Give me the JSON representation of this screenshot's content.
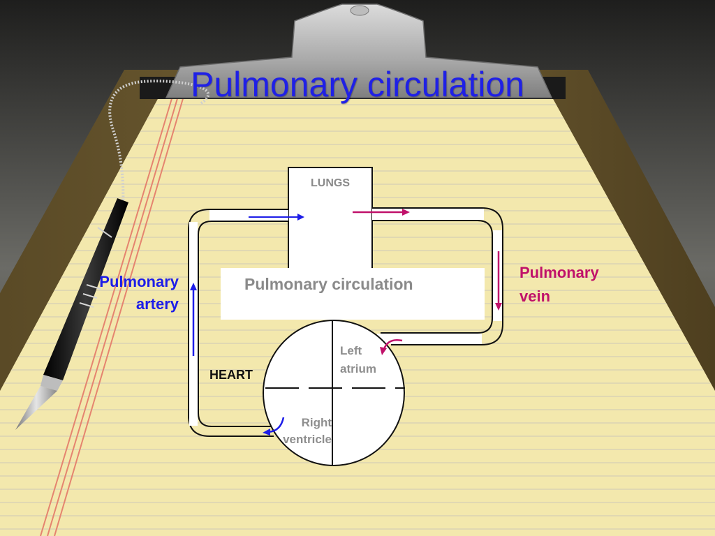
{
  "slide": {
    "title": "Pulmonary circulation"
  },
  "diagram": {
    "lungs": "LUNGS",
    "heart": "HEART",
    "pulmonary_artery": [
      "Pulmonary",
      "artery"
    ],
    "pulmonary_vein": [
      "Pulmonary",
      "vein"
    ],
    "center_box": "Pulmonary circulation",
    "left_atrium": [
      "Left",
      "atrium"
    ],
    "right_ventricle": [
      "Right",
      "ventricle"
    ]
  },
  "colors": {
    "title": "#1f20e6",
    "deoxygenated_arrow": "#1d1de8",
    "oxygenated_arrow": "#c0116a",
    "pad_paper": "#f3e8ad",
    "ruled_line": "#d9d2b4",
    "margin_line": "#e5846f"
  }
}
